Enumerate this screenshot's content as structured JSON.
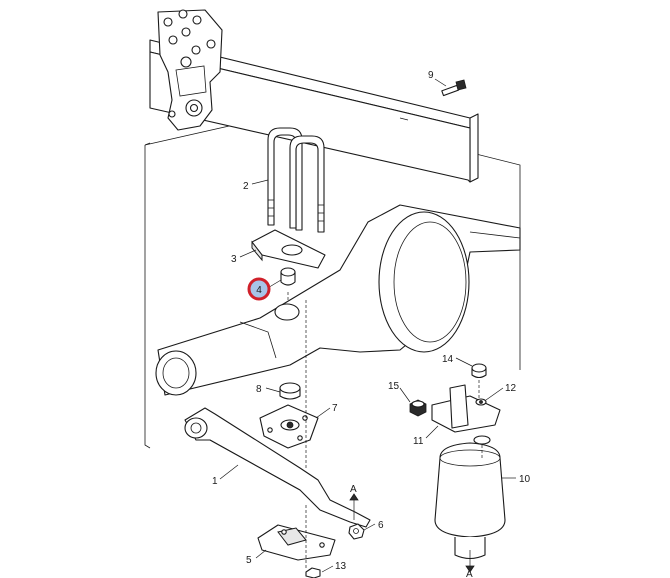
{
  "callouts": {
    "c1": "1",
    "c2": "2",
    "c3": "3",
    "c4": "4",
    "c5": "5",
    "c6": "6",
    "c7": "7",
    "c8": "8",
    "c9": "9",
    "c10": "10",
    "c11": "11",
    "c12": "12",
    "c13": "13",
    "c14": "14",
    "c15": "15",
    "refA1": "A",
    "refA2": "A"
  },
  "highlight": {
    "callout": "4",
    "ring_color": "#d0202a",
    "fill_color": "#a8c4e8"
  }
}
